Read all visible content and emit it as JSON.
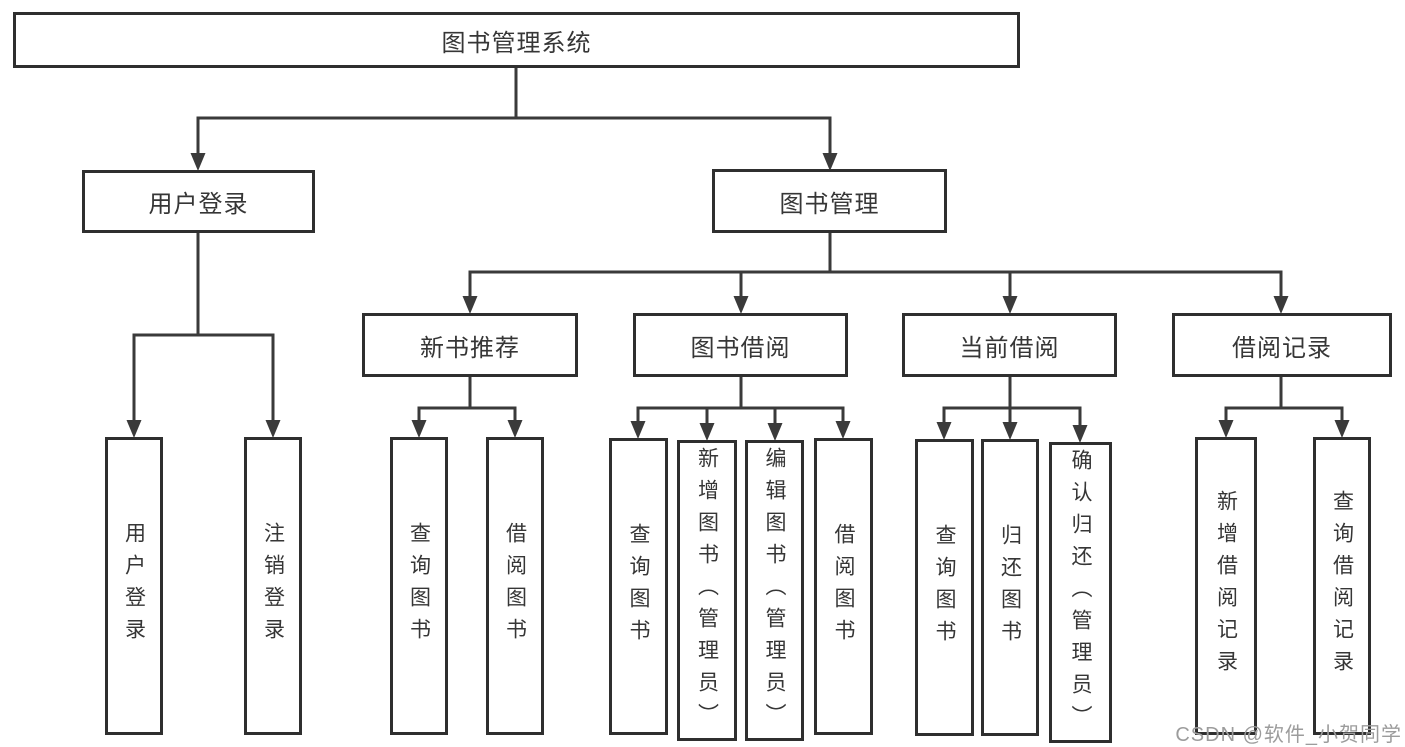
{
  "diagram_title": "图书管理系统",
  "tree": {
    "root": {
      "label": "图书管理系统"
    },
    "children": [
      {
        "label": "用户登录",
        "children": [
          {
            "label": "用户登录"
          },
          {
            "label": "注销登录"
          }
        ]
      },
      {
        "label": "图书管理",
        "children": [
          {
            "label": "新书推荐",
            "children": [
              {
                "label": "查询图书"
              },
              {
                "label": "借阅图书"
              }
            ]
          },
          {
            "label": "图书借阅",
            "children": [
              {
                "label": "查询图书"
              },
              {
                "label": "新增图书（管理员）"
              },
              {
                "label": "编辑图书（管理员）"
              },
              {
                "label": "借阅图书"
              }
            ]
          },
          {
            "label": "当前借阅",
            "children": [
              {
                "label": "查询图书"
              },
              {
                "label": "归还图书"
              },
              {
                "label": "确认归还（管理员）"
              }
            ]
          },
          {
            "label": "借阅记录",
            "children": [
              {
                "label": "新增借阅记录"
              },
              {
                "label": "查询借阅记录"
              }
            ]
          }
        ]
      }
    ]
  },
  "watermark": {
    "text": "CSDN @软件_小贺同学"
  },
  "colors": {
    "line": "#3a3a3a",
    "box_border": "#2f2f2f",
    "text": "#363636",
    "watermark": "#9c9c9c",
    "background": "#ffffff"
  }
}
